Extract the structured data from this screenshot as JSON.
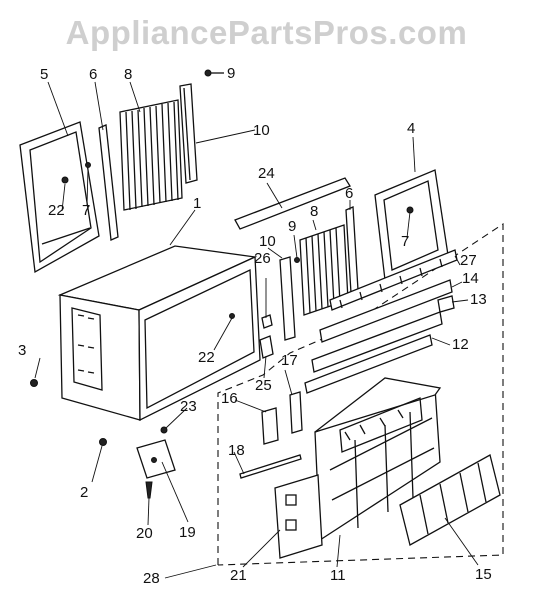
{
  "watermark": "AppliancePartsPros.com",
  "callouts": {
    "c1": "1",
    "c2": "2",
    "c3": "3",
    "c4": "4",
    "c5": "5",
    "c6a": "6",
    "c6b": "6",
    "c7a": "7",
    "c7b": "7",
    "c8a": "8",
    "c8b": "8",
    "c9a": "9",
    "c9b": "9",
    "c10a": "10",
    "c10b": "10",
    "c11": "11",
    "c12": "12",
    "c13": "13",
    "c14": "14",
    "c15": "15",
    "c16": "16",
    "c17": "17",
    "c18": "18",
    "c19": "19",
    "c20": "20",
    "c21": "21",
    "c22a": "22",
    "c22b": "22",
    "c23": "23",
    "c24": "24",
    "c25": "25",
    "c26": "26",
    "c27": "27",
    "c28": "28"
  }
}
